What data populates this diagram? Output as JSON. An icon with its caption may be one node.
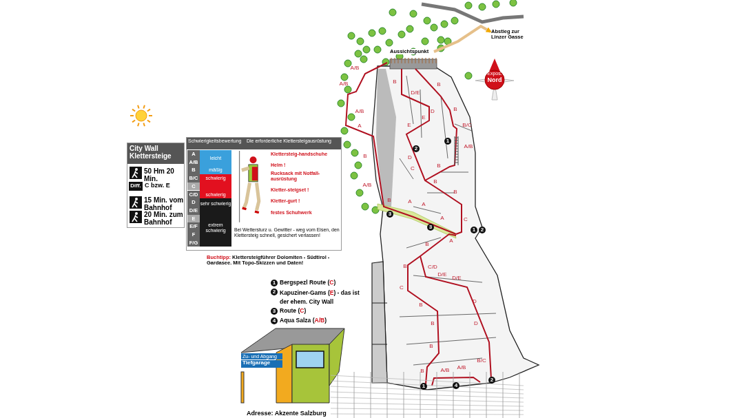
{
  "diagram": {
    "nodes": [
      {
        "text": [
          "Aussichtspunkt"
        ]
      },
      {
        "text": [
          "Abstieg zur Linzer Gasse"
        ]
      }
    ],
    "edges": [
      {
        "from": 0,
        "to": 1,
        "arrow": "to"
      }
    ],
    "labels": [
      "City Wall Klettersteige",
      "50 Hm 20 Min.",
      "Diff.",
      "C bzw. E",
      "15 Min. vom Bahnhof",
      "20 Min. zum Bahnhof",
      "Schwierigkeitsbewertung",
      "Die erforderliche Klettersteigausrüstung",
      "A",
      "A/B",
      "B",
      "B/C",
      "C",
      "C/D",
      "D",
      "D/E",
      "E",
      "E/F",
      "F",
      "F/G",
      "leicht",
      "mäßig",
      "schwierig",
      "schwierig",
      "sehr schwierig",
      "extrem schwierig",
      "Klettersteig-handschuhe",
      "Helm !",
      "Rucksack mit Notfall-ausrüstung",
      "Kletter-steigset !",
      "Kletter-gurt !",
      "festes Schuhwerk",
      "Bei Wettersturz u. Gewitter - weg vom Eisen, den Klettersteig schnell, gesichert verlassen!",
      "Buchtipp: Klettersteigführer Dolomiten - Südtirol - Gardasee. Mit Topo-Skizzen und Daten!",
      "1",
      "Bergspezl Route (C)",
      "2",
      "Kapuziner-Gams (E) - das ist der ehem. City Wall",
      "3",
      "Route (C)",
      "4",
      "Aqua Salza (A/B)",
      "Zu- und Abgang",
      "Tiefgarage",
      "Adresse: Akzente Salzburg",
      "Expos.",
      "Nord",
      "A/B",
      "A/B",
      "B",
      "B",
      "D/E",
      "A/B",
      "D",
      "B",
      "E",
      "A",
      "E",
      "B/C",
      "2",
      "1",
      "A/B",
      "B",
      "D",
      "C",
      "B",
      "B",
      "A/B",
      "B",
      "B",
      "A",
      "A",
      "3",
      "A",
      "C",
      "3",
      "1",
      "2",
      "B",
      "A",
      "B",
      "C/D",
      "D/E",
      "D/E",
      "C",
      "B",
      "D",
      "B",
      "D",
      "B",
      "B/C",
      "B",
      "A/B",
      "A/B",
      "1",
      "4",
      "2"
    ]
  }
}
